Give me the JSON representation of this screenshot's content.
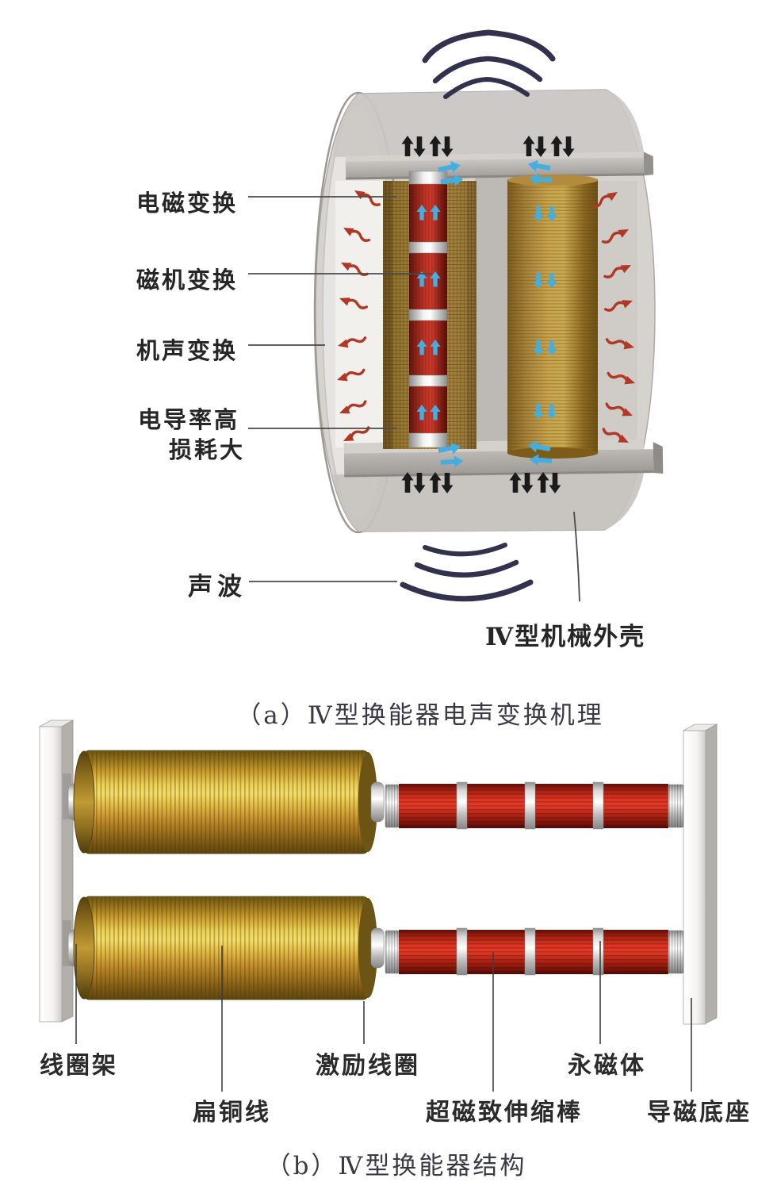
{
  "figure_a": {
    "caption": "（a）Ⅳ型换能器电声变换机理",
    "labels": {
      "electromagnetic_conversion": "电磁变换",
      "magneto_mechanical_conversion": "磁机变换",
      "mechano_acoustic_conversion": "机声变换",
      "high_conductivity": "电导率高",
      "high_loss": "损耗大",
      "sound_wave": "声波",
      "mechanical_shell": "Ⅳ型机械外壳"
    }
  },
  "figure_b": {
    "caption": "（b）Ⅳ型换能器结构",
    "labels": {
      "coil_frame": "线圈架",
      "flat_copper_wire": "扁铜线",
      "excitation_coil": "激励线圈",
      "magnetostrictive_rod": "超磁致伸缩棒",
      "permanent_magnet": "永磁体",
      "magnetic_base": "导磁底座"
    }
  },
  "colors": {
    "shell_gray": "#d6d3cf",
    "coil_gold": "#c9a44c",
    "rod_red": "#c63222",
    "flux_blue": "#45aee0",
    "radiation_red": "#b23826",
    "sound_arc_navy": "#32324e",
    "vibration_black": "#1b1b1b",
    "label_text": "#262626"
  }
}
